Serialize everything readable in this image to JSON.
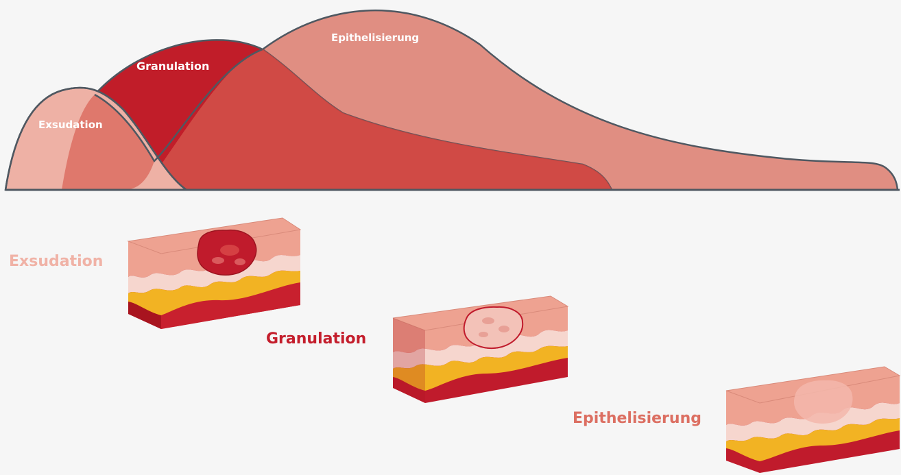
{
  "curve_labels": {
    "exsudation": "Exsudation",
    "granulation": "Granulation",
    "epithelisierung": "Epithelisierung"
  },
  "block_labels": {
    "exsudation": "Exsudation",
    "granulation": "Granulation",
    "epithelisierung": "Epithelisierung"
  },
  "colors": {
    "background": "#f6f6f6",
    "exsudation": "#eeb1a5",
    "granulation": "#c11d29",
    "epithelisierung": "#e08e82",
    "overlap": "#d04a45",
    "outline": "#4f5861",
    "label_light": "#f0b2a6",
    "label_dark": "#c41e2c",
    "label_mid": "#dc6f62",
    "skin_top": "#eea291",
    "dermis_band": "#f6d6ce",
    "fat": "#f2b323",
    "muscle": "#c01b2c"
  }
}
